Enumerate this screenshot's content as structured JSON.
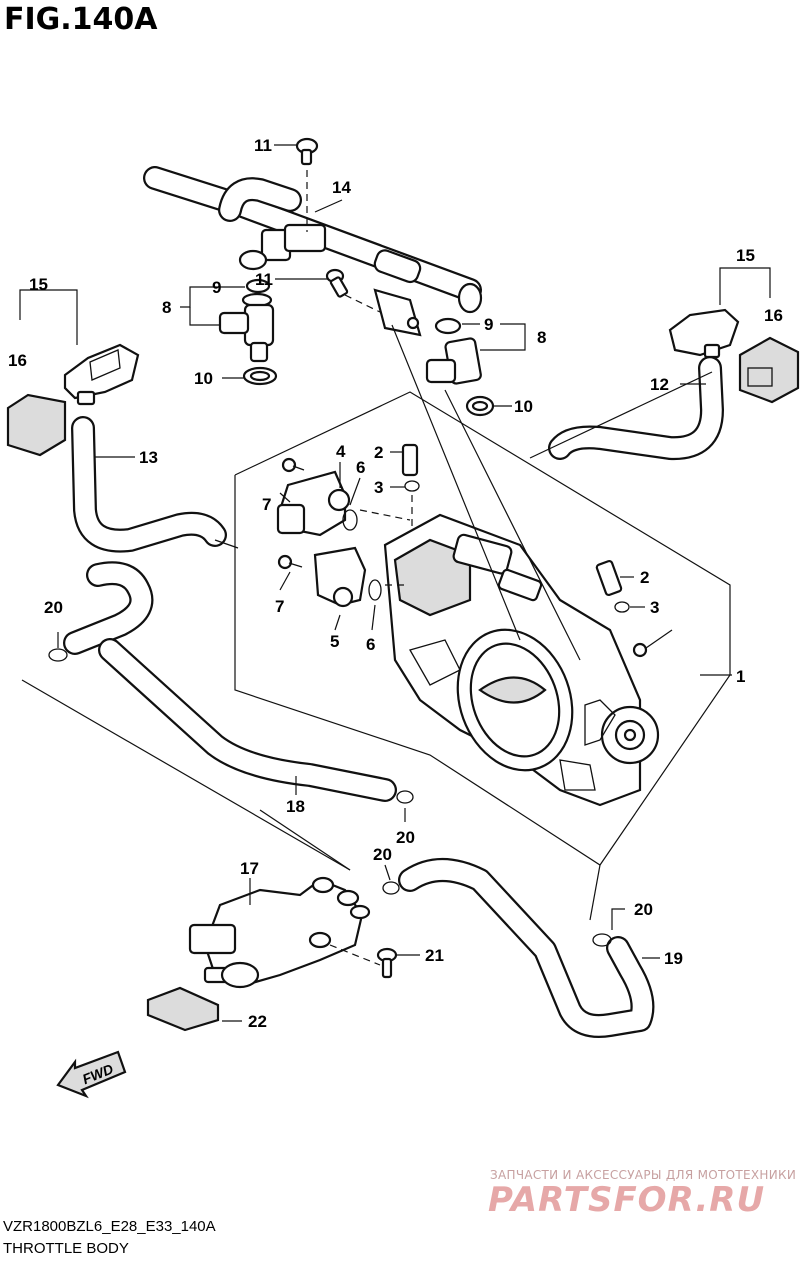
{
  "figure": {
    "title": "FIG.140A",
    "code": "VZR1800BZL6_E28_E33_140A",
    "name": "THROTTLE BODY"
  },
  "watermark": {
    "caption": "ЗАПЧАСТИ И АКСЕССУАРЫ ДЛЯ МОТОТЕХНИКИ",
    "logo": "PARTSFOR.RU"
  },
  "direction_badge": "FWD",
  "callouts": {
    "c1": "1",
    "c2a": "2",
    "c2b": "2",
    "c3a": "3",
    "c3b": "3",
    "c4": "4",
    "c5": "5",
    "c6a": "6",
    "c6b": "6",
    "c7a": "7",
    "c7b": "7",
    "c8a": "8",
    "c8b": "8",
    "c9a": "9",
    "c9b": "9",
    "c10a": "10",
    "c10b": "10",
    "c11a": "11",
    "c11b": "11",
    "c12": "12",
    "c13": "13",
    "c14": "14",
    "c15a": "15",
    "c15b": "15",
    "c16a": "16",
    "c16b": "16",
    "c17": "17",
    "c18": "18",
    "c19": "19",
    "c20a": "20",
    "c20b": "20",
    "c20c": "20",
    "c20d": "20",
    "c21": "21",
    "c22": "22"
  }
}
